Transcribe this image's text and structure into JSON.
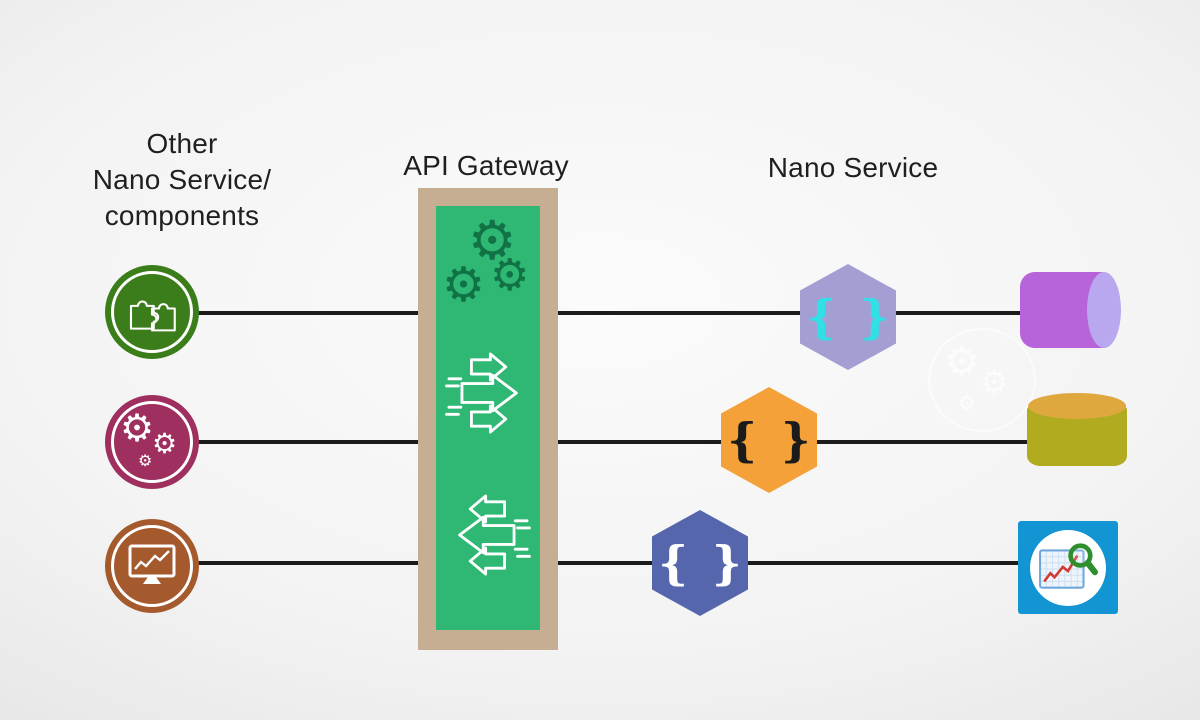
{
  "labels": {
    "other_components": "Other\nNano Service/\ncomponents",
    "api_gateway": "API Gateway",
    "nano_service": "Nano Service"
  },
  "icons": {
    "gear_glyph": "⚙",
    "left_column": [
      "puzzle-pieces",
      "gears",
      "monitor-line-chart"
    ],
    "gateway_column": [
      "gears-cluster",
      "arrows-right",
      "arrows-left"
    ],
    "right_column": [
      "purple-database-cylinder",
      "yellow-database-cylinder",
      "chart-magnifier-tile"
    ],
    "watermark": "faint-gears-circle"
  },
  "hexagons": [
    {
      "name": "nano-service-top",
      "symbol": "{ }"
    },
    {
      "name": "nano-service-middle",
      "symbol": "{ }"
    },
    {
      "name": "nano-service-bottom",
      "symbol": "{ }"
    }
  ],
  "colors": {
    "line": "#1b1b1b",
    "gateway_frame": "#c6ae92",
    "gateway_fill": "#2eb873",
    "gateway_icon": "#117345",
    "puzzle_circle": "#3c7d1b",
    "gears_circle": "#9e2f5f",
    "monitor_circle": "#a55a2d",
    "hex_purple": "#a49fd3",
    "hex_orange": "#f4a13a",
    "hex_blue": "#5566ad",
    "brace_cyan": "#2fe0e6",
    "brace_black": "#1b1b1b",
    "brace_white": "#ffffff",
    "cyl_purple_body": "#b763da",
    "cyl_purple_cap": "#b9a8ef",
    "cyl_yellow_body": "#b1ab1f",
    "cyl_yellow_cap": "#dfa83f",
    "analytics_bg": "#1495d3",
    "chart_line": "#d43a31",
    "magnifier_green": "#2f8f2f"
  }
}
